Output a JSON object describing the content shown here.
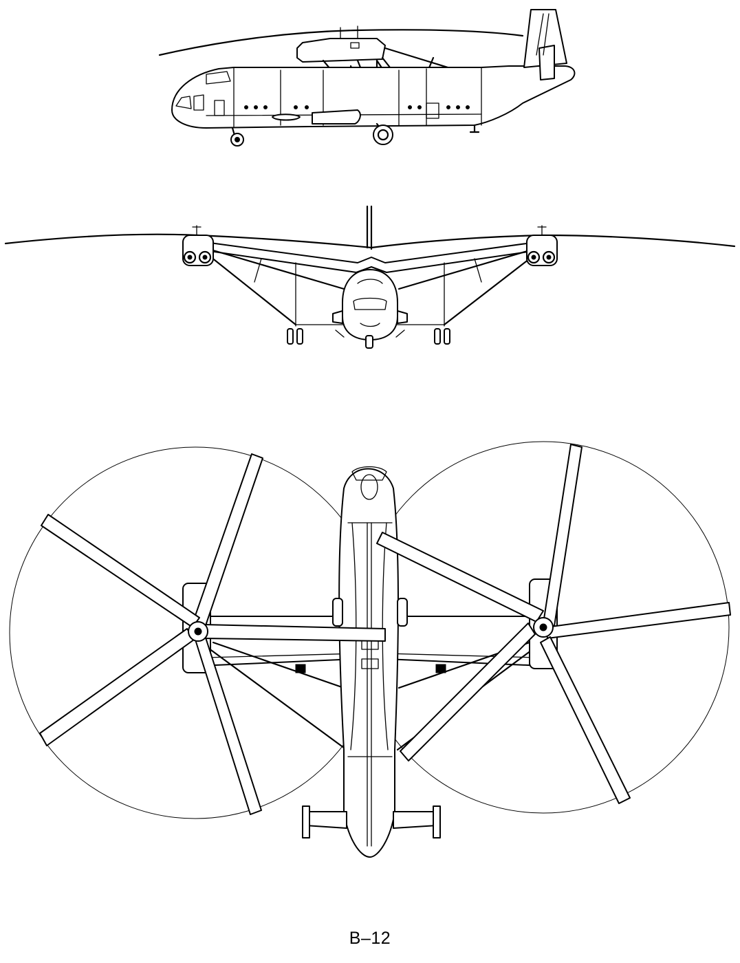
{
  "figure": {
    "caption": "B–12",
    "views": [
      "side-view",
      "front-view",
      "top-view"
    ]
  },
  "colors": {
    "ink": "#000000",
    "paper": "#ffffff"
  }
}
